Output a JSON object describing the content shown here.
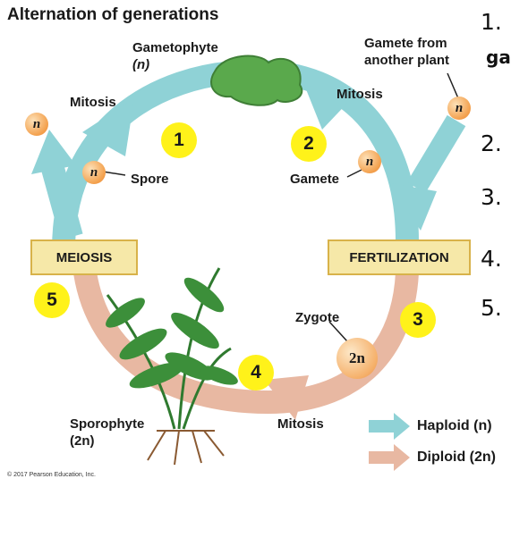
{
  "title": "Alternation of generations",
  "labels": {
    "gametophyte": "Gametophyte",
    "gametophyte_n": "(n)",
    "mitosis_left": "Mitosis",
    "mitosis_right": "Mitosis",
    "mitosis_bottom": "Mitosis",
    "spore": "Spore",
    "gamete": "Gamete",
    "gamete_from_line1": "Gamete from",
    "gamete_from_line2": "another plant",
    "zygote": "Zygote",
    "sporophyte": "Sporophyte",
    "sporophyte_2n": "(2n)"
  },
  "boxes": {
    "meiosis": "MEIOSIS",
    "fertilization": "FERTILIZATION"
  },
  "cells": {
    "n_left": "n",
    "n_spore": "n",
    "n_gamete": "n",
    "n_other": "n",
    "zygote": "2n"
  },
  "steps": [
    "1",
    "2",
    "3",
    "4",
    "5"
  ],
  "legend": {
    "haploid": "Haploid (n)",
    "diploid": "Diploid (2n)"
  },
  "handwritten": {
    "items": [
      "1.",
      "2.",
      "3.",
      "4.",
      "5."
    ],
    "scribble": "ga"
  },
  "copyright": "© 2017 Pearson Education, Inc.",
  "colors": {
    "haploid": "#8fd2d6",
    "diploid": "#e8b8a2",
    "step_marker": "#fff21a",
    "box_fill": "#f6e8a8"
  }
}
